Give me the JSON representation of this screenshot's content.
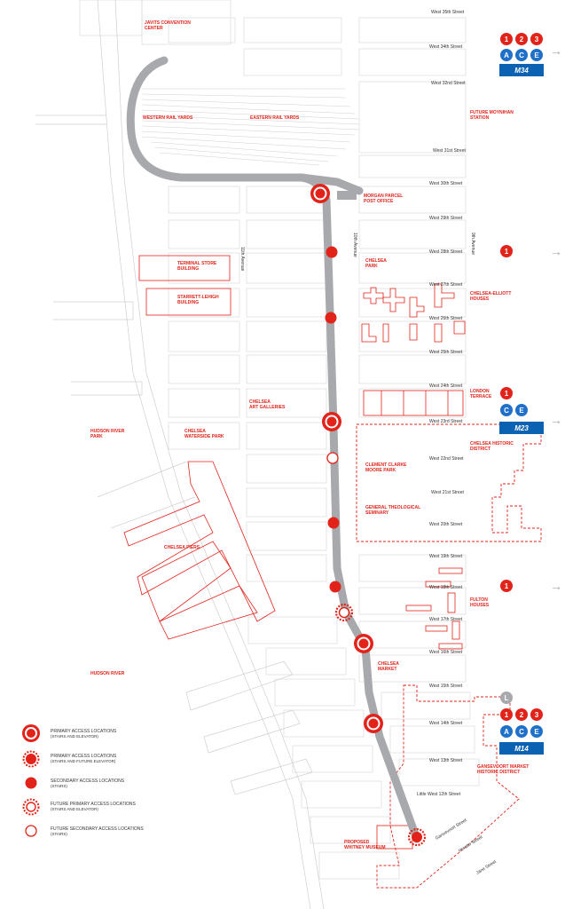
{
  "colors": {
    "accent_red": "#e2231a",
    "line_gray": "#a7a9ac",
    "bus_blue": "#0b62b2",
    "subway_blue": "#1e70c8",
    "subway_gray": "#a7a9ac"
  },
  "streets": {
    "w35": "West 35th Street",
    "w34": "West 34th Street",
    "w32": "West 32nd Street",
    "w31": "West 31st Street",
    "w30": "West 30th Street",
    "w29": "West 29th Street",
    "w28": "West 28th Street",
    "w27": "West 27th Street",
    "w26": "West 26th Street",
    "w25": "West 25th Street",
    "w24": "West 24th Street",
    "w23": "West 23rd Street",
    "w22": "West 22nd Street",
    "w21": "West 21st Street",
    "w20": "West 20th Street",
    "w19": "West 19th Street",
    "w18": "West 18th Street",
    "w17": "West 17th Street",
    "w16": "West 16th Street",
    "w15": "West 15th Street",
    "w14": "West 14th Street",
    "w13": "West 13th Street",
    "lw12": "Little West 12th Street",
    "gansevoort": "Gansevoort Street",
    "horatio": "Horatio Street",
    "jane": "Jane Street",
    "ave11": "11th Avenue",
    "ave10": "10th Avenue",
    "ave9": "9th Avenue"
  },
  "places": {
    "javits": [
      "JAVITS CONVENTION",
      "CENTER"
    ],
    "western_rail": "WESTERN RAIL YARDS",
    "eastern_rail": "EASTERN RAIL YARDS",
    "moynihan": [
      "FUTURE MOYNIHAN",
      "STATION"
    ],
    "morgan": [
      "MORGAN PARCEL",
      "POST OFFICE"
    ],
    "chelsea_park": [
      "CHELSEA",
      "PARK"
    ],
    "terminal_store": [
      "TERMINAL STORE",
      "BUILDING"
    ],
    "starrett": [
      "STARRETT-LEHIGH",
      "BUILDING"
    ],
    "chelsea_elliott": [
      "CHELSEA-ELLIOTT",
      "HOUSES"
    ],
    "london_terrace": [
      "LONDON",
      "TERRACE"
    ],
    "chelsea_galleries": [
      "CHELSEA",
      "ART GALLERIES"
    ],
    "hudson_river_park": [
      "HUDSON RIVER",
      "PARK"
    ],
    "waterside_park": [
      "CHELSEA",
      "WATERSIDE PARK"
    ],
    "chelsea_historic": [
      "CHELSEA HISTORIC",
      "DISTRICT"
    ],
    "clement_clarke": [
      "CLEMENT CLARKE",
      "MOORE PARK"
    ],
    "seminary": [
      "GENERAL THEOLOGICAL",
      "SEMINARY"
    ],
    "chelsea_piers": "CHELSEA PIERS",
    "fulton": [
      "FULTON",
      "HOUSES"
    ],
    "hudson_river": "HUDSON RIVER",
    "chelsea_market": [
      "CHELSEA",
      "MARKET"
    ],
    "gansevoort_market": [
      "GANSEVOORT MARKET",
      "HISTORIC DISTRICT"
    ],
    "whitney": [
      "PROPOSED",
      "WHITNEY MUSEUM"
    ]
  },
  "transit": {
    "st34": {
      "subway_top": [
        "1",
        "2",
        "3"
      ],
      "subway_bottom": [
        "A",
        "C",
        "E"
      ],
      "bus": "M34"
    },
    "st28": {
      "subway": [
        "1"
      ]
    },
    "st23": {
      "subway_top": [
        "1"
      ],
      "subway_bottom": [
        "C",
        "E"
      ],
      "bus": "M23"
    },
    "st18": {
      "subway": [
        "1"
      ]
    },
    "st14": {
      "subway_l": [
        "L"
      ],
      "subway_top": [
        "1",
        "2",
        "3"
      ],
      "subway_bottom": [
        "A",
        "C",
        "E"
      ],
      "bus": "M14"
    },
    "arrow": "→"
  },
  "legend": [
    {
      "label": "PRIMARY ACCESS LOCATIONS",
      "sub": "(STAIRS AND ELEVATOR)",
      "icon": "primary-access"
    },
    {
      "label": "PRIMARY ACCESS LOCATIONS",
      "sub": "(STAIRS AND FUTURE ELEVATOR)",
      "icon": "primary-future-elevator"
    },
    {
      "label": "SECONDARY ACCESS LOCATIONS",
      "sub": "(STAIRS)",
      "icon": "secondary-access"
    },
    {
      "label": "FUTURE PRIMARY ACCESS LOCATIONS",
      "sub": "(STAIRS AND ELEVATOR)",
      "icon": "future-primary"
    },
    {
      "label": "FUTURE SECONDARY ACCESS LOCATIONS",
      "sub": "(STAIRS)",
      "icon": "future-secondary"
    }
  ]
}
